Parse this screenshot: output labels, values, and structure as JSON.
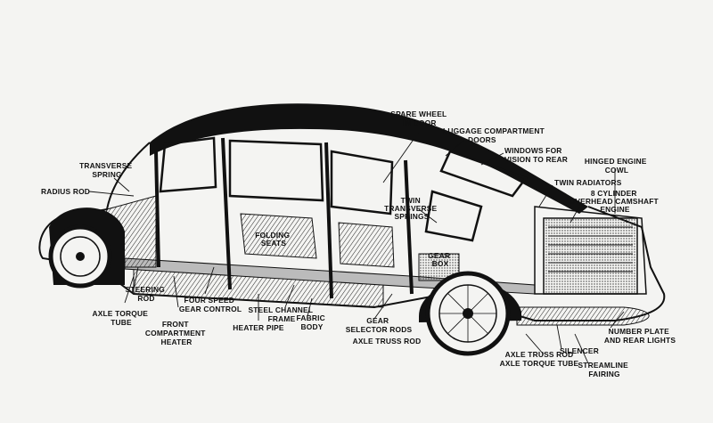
{
  "labels": {
    "spare_wheel": [
      "SPARE WHEEL",
      "IN DOOR"
    ],
    "luggage": [
      "LUGGAGE COMPARTMENT",
      "DOORS"
    ],
    "windows": [
      "WINDOWS FOR",
      "VISION TO REAR"
    ],
    "hinged_cowl": [
      "HINGED ENGINE",
      "COWL"
    ],
    "transverse_spring": [
      "TRANSVERSE",
      "SPRING"
    ],
    "radius_rod": [
      "RADIUS ROD"
    ],
    "twin_radiators": [
      "TWIN RADIATORS"
    ],
    "engine": [
      "8 CYLINDER",
      "OVERHEAD CAMSHAFT",
      "ENGINE"
    ],
    "twin_springs": [
      "TWIN",
      "TRANSVERSE",
      "SPRINGS"
    ],
    "folding_seats": [
      "FOLDING",
      "SEATS"
    ],
    "gear_box": [
      "GEAR",
      "BOX"
    ],
    "steering_rod": [
      "STEERING",
      "ROD"
    ],
    "four_speed": [
      "FOUR SPEED",
      "GEAR CONTROL"
    ],
    "axle_torque_tube_front": [
      "AXLE TORQUE",
      "TUBE"
    ],
    "steel_channel": [
      "STEEL CHANNEL",
      "FRAME"
    ],
    "fabric_body": [
      "FABRIC",
      "BODY"
    ],
    "gear_selector": [
      "GEAR",
      "SELECTOR RODS"
    ],
    "front_heater": [
      "FRONT",
      "COMPARTMENT",
      "HEATER"
    ],
    "heater_pipe": [
      "HEATER PIPE"
    ],
    "axle_truss_rod_front": [
      "AXLE TRUSS ROD"
    ],
    "number_plate": [
      "NUMBER PLATE",
      "AND REAR LIGHTS"
    ],
    "silencer": [
      "SILENCER"
    ],
    "axle_truss_rod_rear": [
      "AXLE TRUSS ROD"
    ],
    "axle_torque_tube_rear": [
      "AXLE TORQUE TUBE"
    ],
    "streamline": [
      "STREAMLINE",
      "FAIRING"
    ]
  }
}
